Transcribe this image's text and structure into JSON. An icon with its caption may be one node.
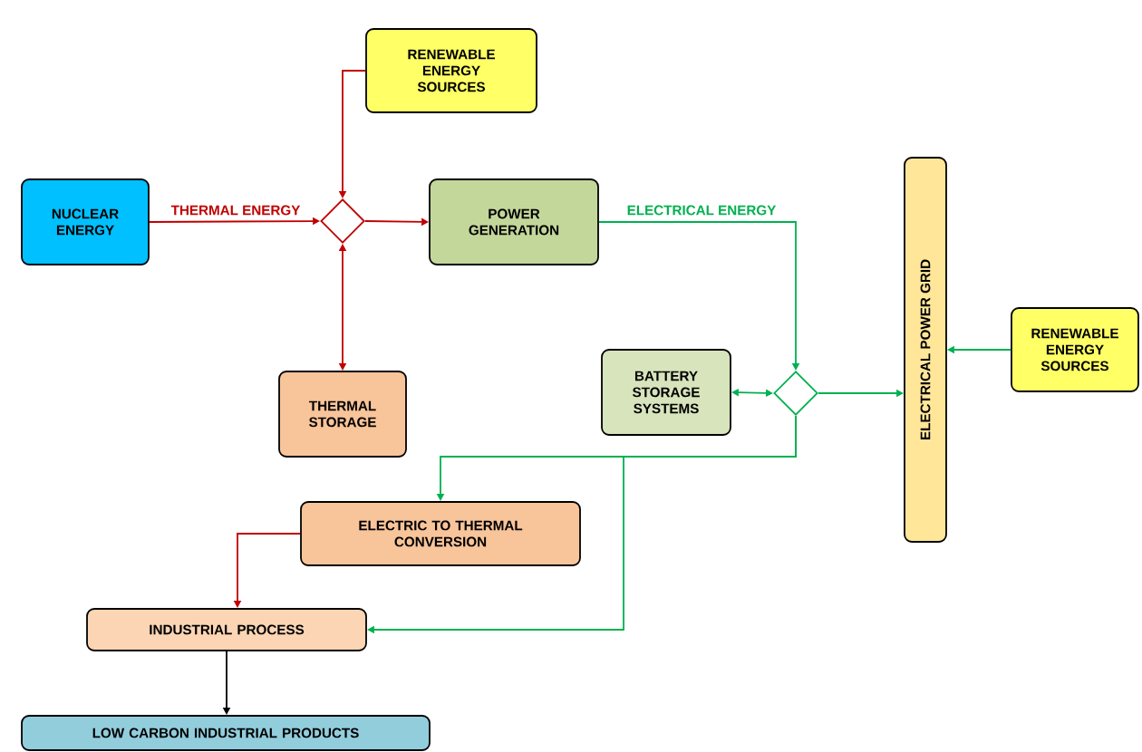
{
  "diagram": {
    "nodes": [
      {
        "text": [
          "RENEWABLE ENERGY SOURCES"
        ]
      },
      {
        "text": [
          "NUCLEAR ENERGY"
        ]
      },
      {
        "text": [],
        "shape": "diamond"
      },
      {
        "text": [
          "POWER GENERATION"
        ]
      },
      {
        "text": [
          "THERMAL STORAGE"
        ]
      },
      {
        "text": [
          "BATTERY STORAGE SYSTEMS"
        ]
      },
      {
        "text": [],
        "shape": "diamond"
      },
      {
        "text": [
          "ELECTRICAL POWER GRID"
        ]
      },
      {
        "text": [
          "RENEWABLE ENERGY SOURCES"
        ]
      },
      {
        "text": [
          "ELECTRIC TO THERMAL CONVERSION"
        ]
      },
      {
        "text": [
          "INDUSTRIAL PROCESS"
        ]
      },
      {
        "text": [
          "LOW CARBON INDUSTRIAL PRODUCTS"
        ]
      }
    ],
    "edges": [
      {
        "from": 0,
        "to": 2,
        "arrow": "to",
        "color": "#c00000"
      },
      {
        "from": 1,
        "to": 2,
        "arrow": "to",
        "label": "THERMAL ENERGY",
        "color": "#c00000"
      },
      {
        "from": 2,
        "to": 3,
        "arrow": "to",
        "color": "#c00000"
      },
      {
        "from": 2,
        "to": 4,
        "arrow": "both",
        "color": "#c00000"
      },
      {
        "from": 3,
        "to": 6,
        "arrow": "to",
        "label": "ELECTRICAL ENERGY",
        "color": "#00b050"
      },
      {
        "from": 5,
        "to": 6,
        "arrow": "both",
        "color": "#00b050"
      },
      {
        "from": 6,
        "to": 7,
        "arrow": "to",
        "color": "#00b050"
      },
      {
        "from": 8,
        "to": 7,
        "arrow": "to",
        "color": "#00b050"
      },
      {
        "from": 6,
        "to": 9,
        "arrow": "to",
        "color": "#00b050"
      },
      {
        "from": 6,
        "to": 10,
        "arrow": "to",
        "color": "#00b050"
      },
      {
        "from": 9,
        "to": 10,
        "arrow": "to",
        "color": "#c00000"
      },
      {
        "from": 10,
        "to": 11,
        "arrow": "to",
        "color": "#000000"
      }
    ]
  }
}
